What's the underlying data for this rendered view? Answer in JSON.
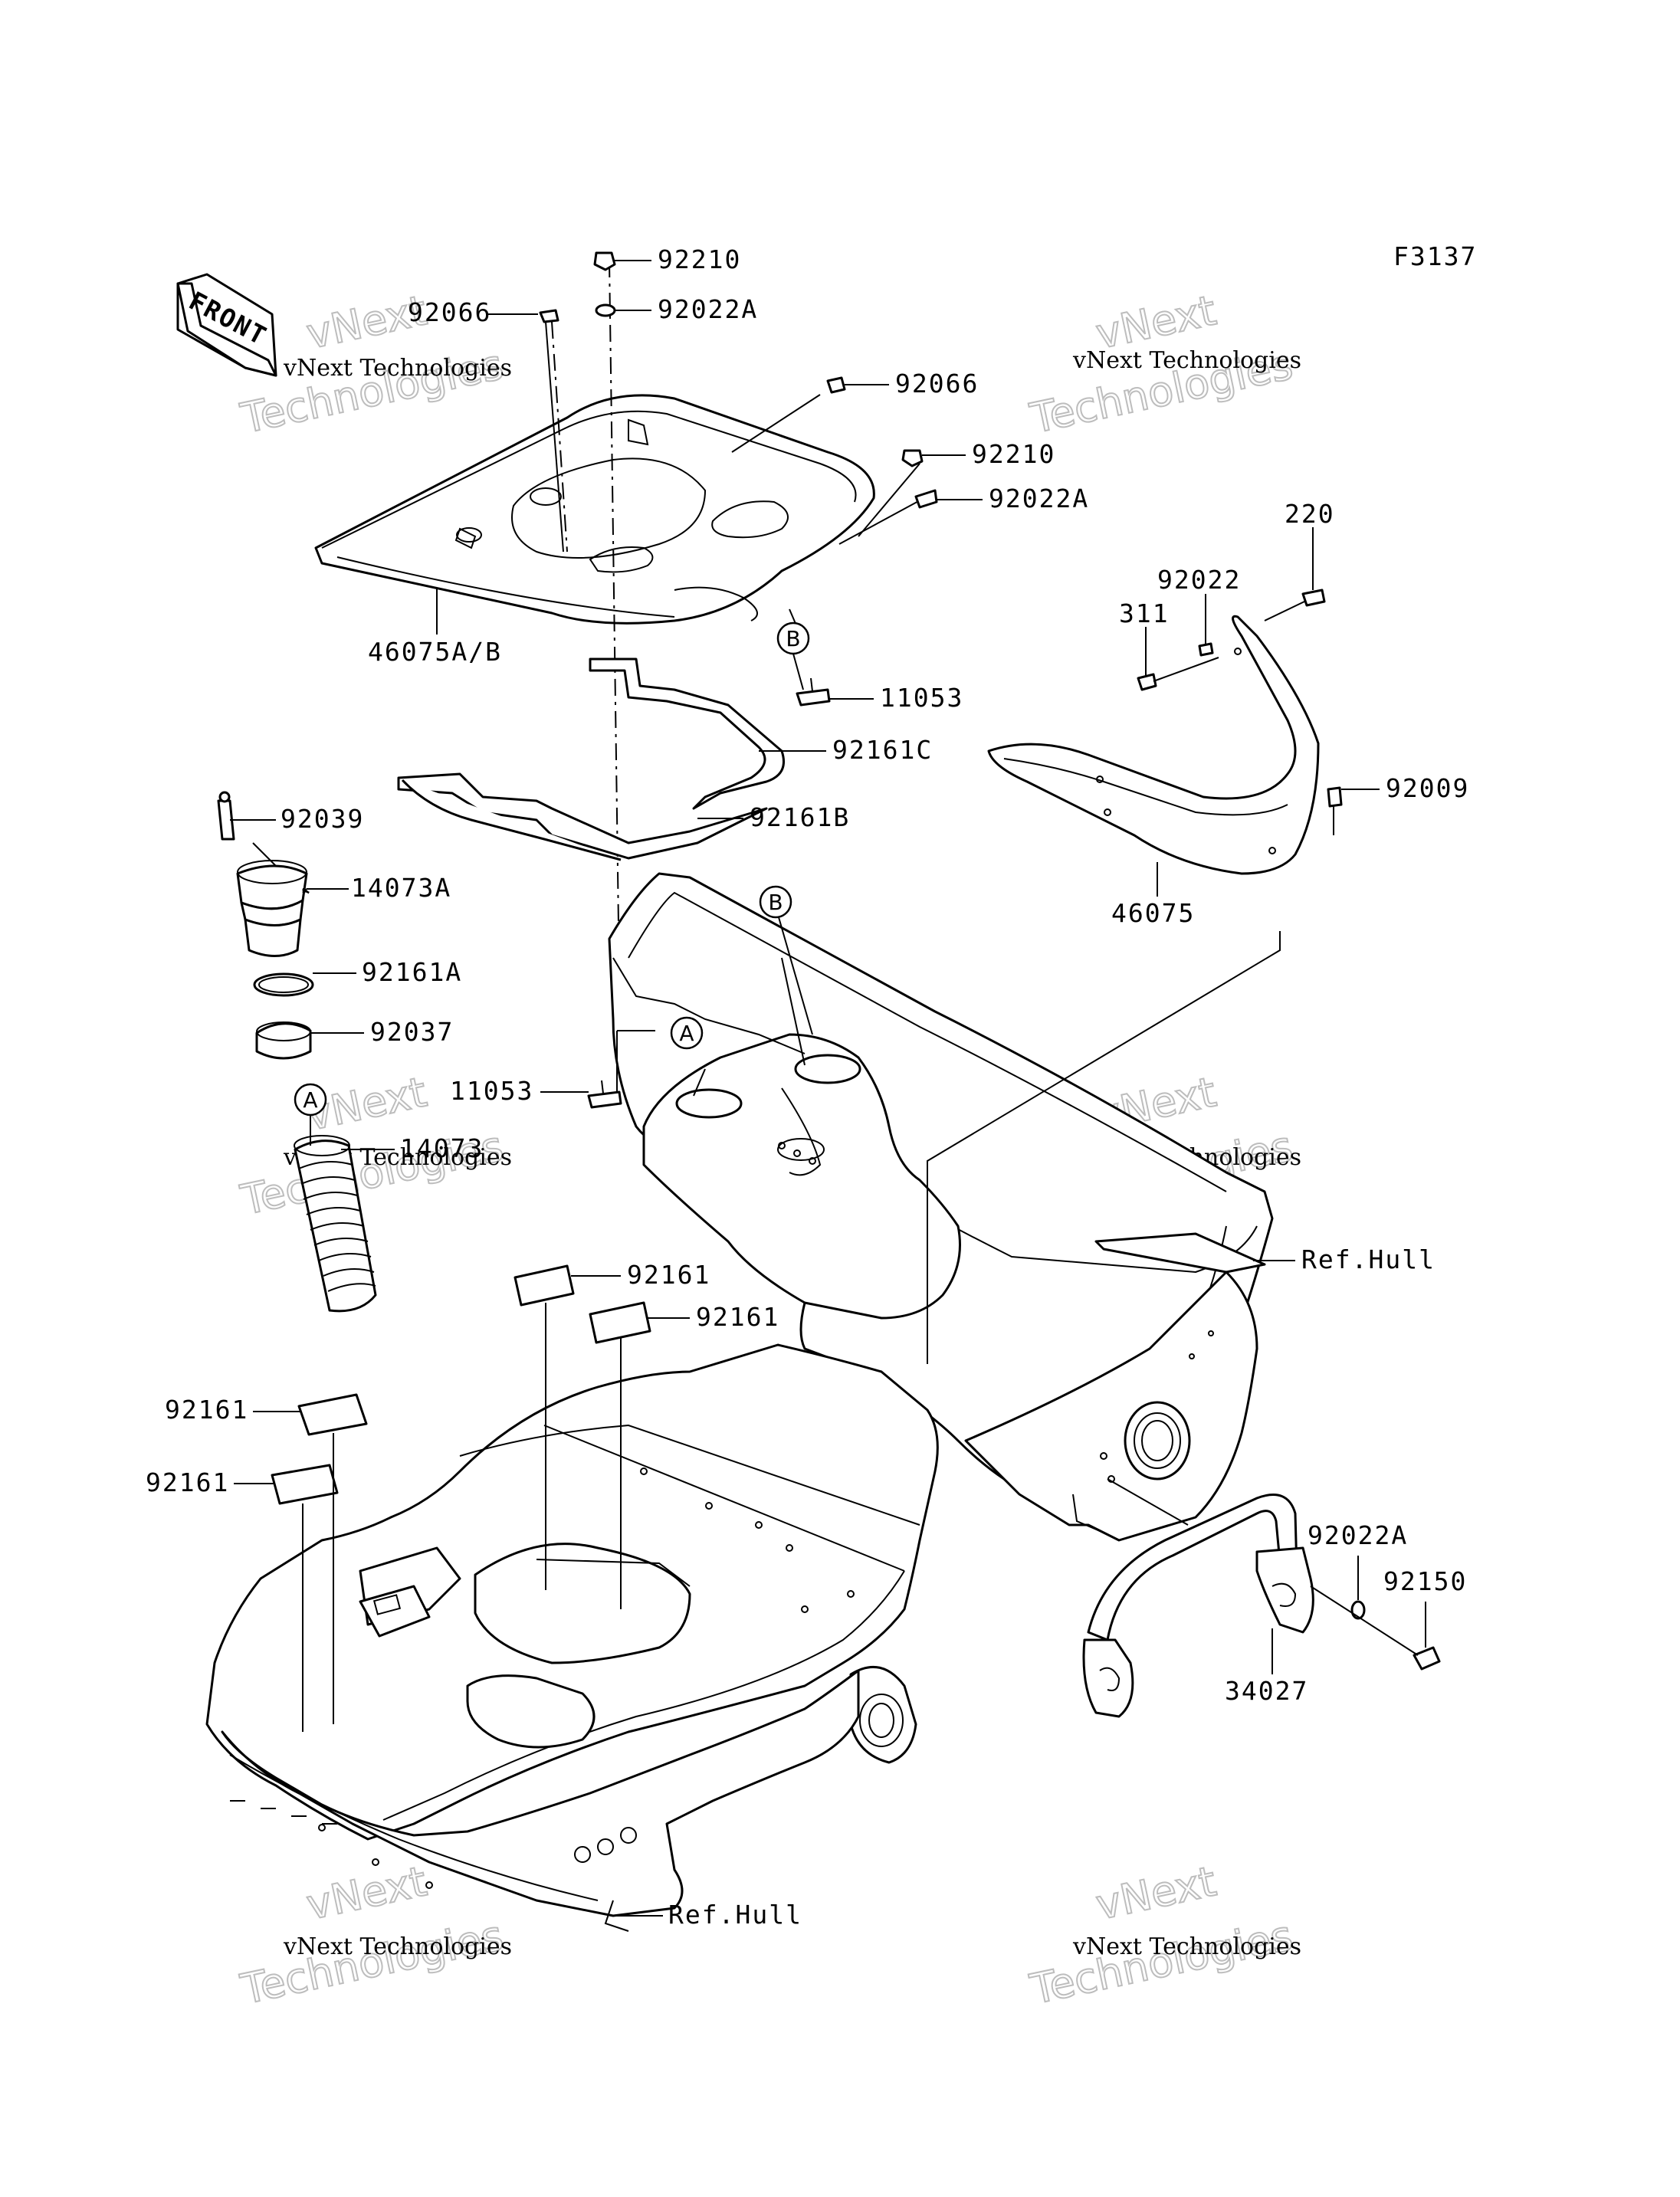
{
  "figure_code": "F3137",
  "front_arrow": "FRONT",
  "watermark": {
    "line1": "vNext Technologies",
    "line2": "vNext",
    "line3": "Technologies"
  },
  "callouts": {
    "a": "A",
    "b": "B"
  },
  "parts": [
    {
      "id": "p92210a",
      "label": "92210"
    },
    {
      "id": "p92066a",
      "label": "92066"
    },
    {
      "id": "p92022Aa",
      "label": "92022A"
    },
    {
      "id": "p92066b",
      "label": "92066"
    },
    {
      "id": "p92210b",
      "label": "92210"
    },
    {
      "id": "p92022Ab",
      "label": "92022A"
    },
    {
      "id": "p46075AB",
      "label": "46075A/B"
    },
    {
      "id": "p11053a",
      "label": "11053"
    },
    {
      "id": "p92161C",
      "label": "92161C"
    },
    {
      "id": "p92161B",
      "label": "92161B"
    },
    {
      "id": "p220",
      "label": "220"
    },
    {
      "id": "p92022",
      "label": "92022"
    },
    {
      "id": "p311",
      "label": "311"
    },
    {
      "id": "p92009",
      "label": "92009"
    },
    {
      "id": "p46075",
      "label": "46075"
    },
    {
      "id": "p92039",
      "label": "92039"
    },
    {
      "id": "p14073A",
      "label": "14073A"
    },
    {
      "id": "p92161A",
      "label": "92161A"
    },
    {
      "id": "p92037",
      "label": "92037"
    },
    {
      "id": "p11053b",
      "label": "11053"
    },
    {
      "id": "p14073",
      "label": "14073"
    },
    {
      "id": "pRefHull1",
      "label": "Ref.Hull"
    },
    {
      "id": "p92161a",
      "label": "92161"
    },
    {
      "id": "p92161b",
      "label": "92161"
    },
    {
      "id": "p92161c",
      "label": "92161"
    },
    {
      "id": "p92161d",
      "label": "92161"
    },
    {
      "id": "p92022Ac",
      "label": "92022A"
    },
    {
      "id": "p92150",
      "label": "92150"
    },
    {
      "id": "p34027",
      "label": "34027"
    },
    {
      "id": "pRefHull2",
      "label": "Ref.Hull"
    }
  ]
}
